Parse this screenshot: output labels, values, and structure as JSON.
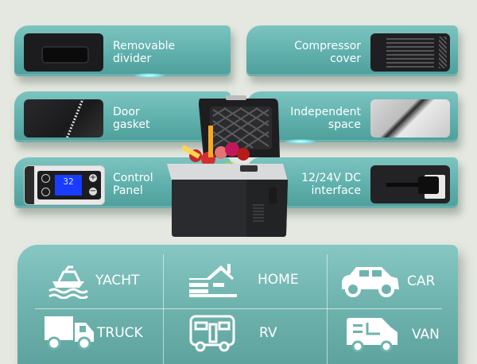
{
  "features": {
    "left": [
      {
        "line1": "Removable",
        "line2": "divider",
        "thumb": "divider-handle-image"
      },
      {
        "line1": "Door",
        "line2": "gasket",
        "thumb": "door-gasket-image"
      },
      {
        "line1": "Control",
        "line2": "Panel",
        "thumb": "control-panel-image",
        "display": "32"
      }
    ],
    "right": [
      {
        "line1": "Compressor",
        "line2": "cover",
        "thumb": "compressor-cover-image"
      },
      {
        "line1": "Independent",
        "line2": "space",
        "thumb": "independent-space-image"
      },
      {
        "line1": "12/24V DC",
        "line2": "interface",
        "thumb": "dc-interface-image"
      }
    ]
  },
  "product": {
    "name": "portable-compressor-fridge"
  },
  "uses": [
    {
      "label": "YACHT",
      "icon": "yacht-icon"
    },
    {
      "label": "HOME",
      "icon": "home-icon"
    },
    {
      "label": "CAR",
      "icon": "car-icon"
    },
    {
      "label": "TRUCK",
      "icon": "truck-icon"
    },
    {
      "label": "RV",
      "icon": "rv-icon"
    },
    {
      "label": "VAN",
      "icon": "van-icon"
    }
  ],
  "colors": {
    "panel": "#5fb0ac",
    "background": "#e4e8e0",
    "lcd": "#1a3cff"
  }
}
